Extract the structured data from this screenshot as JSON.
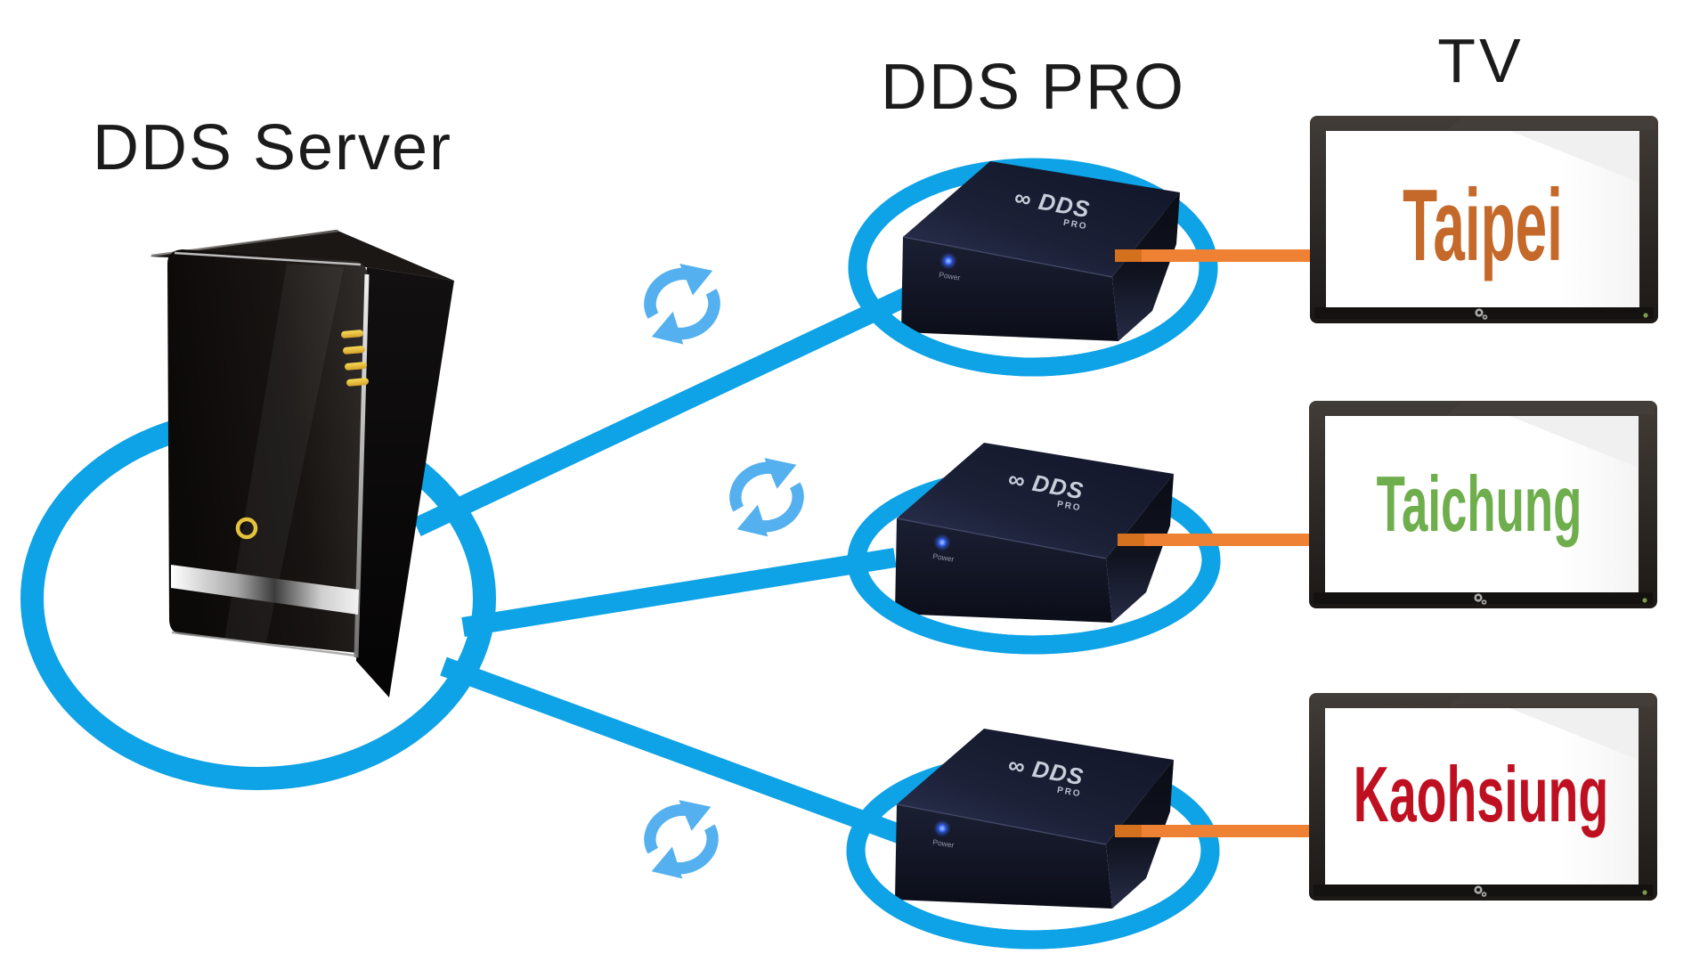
{
  "titles": {
    "server": "DDS Server",
    "player": "DDS PRO",
    "tv": "TV"
  },
  "players": [
    {
      "brand": "∞ DDS",
      "model": "PRO",
      "power_label": "Power"
    },
    {
      "brand": "∞ DDS",
      "model": "PRO",
      "power_label": "Power"
    },
    {
      "brand": "∞ DDS",
      "model": "PRO",
      "power_label": "Power"
    }
  ],
  "tvs": [
    {
      "city": "Taipei",
      "city_color": "#C4692A"
    },
    {
      "city": "Taichung",
      "city_color": "#6FAE4D"
    },
    {
      "city": "Kaohsiung",
      "city_color": "#BE1020"
    }
  ],
  "colors": {
    "network_link": "#0EA2E6",
    "sync_arrows": "#54B0EE",
    "hdmi_link": "#EE8133",
    "hdmi_link_dark": "#D4711F",
    "title_text": "#1B1B1B"
  },
  "icons": {
    "sync-arrows-icon": "two curved arrows forming a sync/refresh cycle",
    "tv-brand-icon": "small double-gear logo on TV bezel",
    "power-led-icon": "glowing blue power LED dot"
  }
}
